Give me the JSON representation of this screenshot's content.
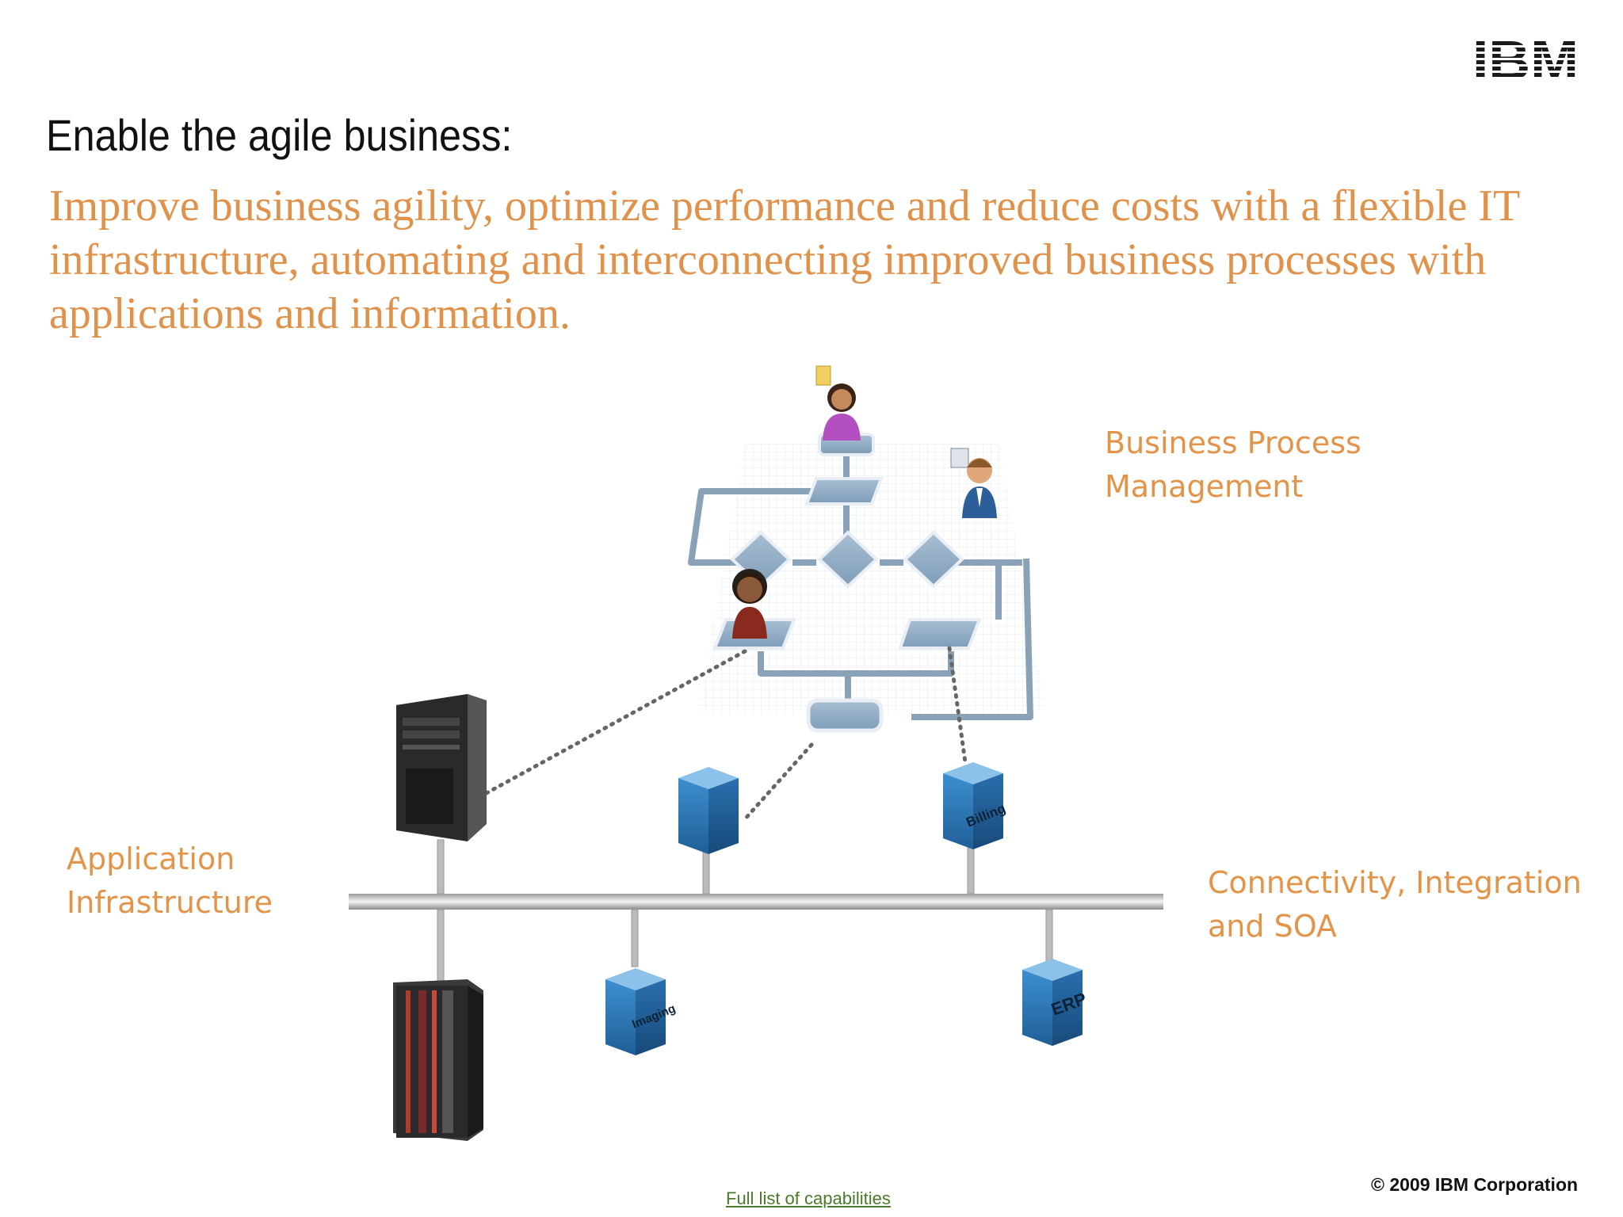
{
  "logo": {
    "text": "IBM"
  },
  "slide": {
    "title": "Enable the agile business:",
    "subtitle": "Improve business agility, optimize performance and reduce costs with a flexible IT infrastructure, automating and interconnecting improved business processes with applications and information."
  },
  "labels": {
    "bpm": [
      "Business Process",
      "Management"
    ],
    "app_infra": [
      "Application",
      "Infrastructure"
    ],
    "connectivity": [
      "Connectivity, Integration",
      "and SOA"
    ]
  },
  "cubes": {
    "billing": "Billing",
    "imaging": "Imaging",
    "erp": "ERP"
  },
  "footer": {
    "copyright": "© 2009 IBM Corporation",
    "link": "Full list of capabilities"
  },
  "colors": {
    "accent": "#e39448",
    "subtitle": "#e0914a",
    "cube": "#2f82c0",
    "link": "#4a7a2a"
  }
}
